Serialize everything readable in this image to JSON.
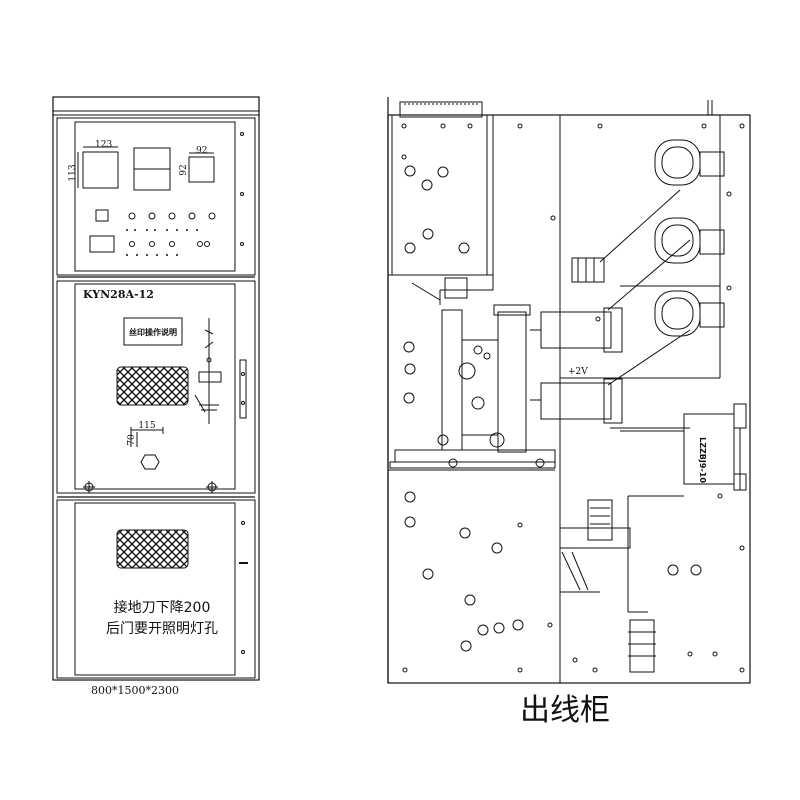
{
  "front_view": {
    "model_label": "KYN28A-12",
    "size_label": "800*1500*2300",
    "meter_1": {
      "width_label": "123",
      "height_label": "113"
    },
    "meter_3": {
      "width_label": "92",
      "height_label": "92"
    },
    "operation_plate": "丝印操作说明",
    "cutout": {
      "width_label": "115",
      "height_label": "70"
    },
    "note_line_1": "接地刀下降200",
    "note_line_2": "后门要开照明灯孔"
  },
  "side_view": {
    "voltage_mark": "+2V",
    "ct_label": "LZZBJ9-10"
  },
  "caption": "出线柜"
}
